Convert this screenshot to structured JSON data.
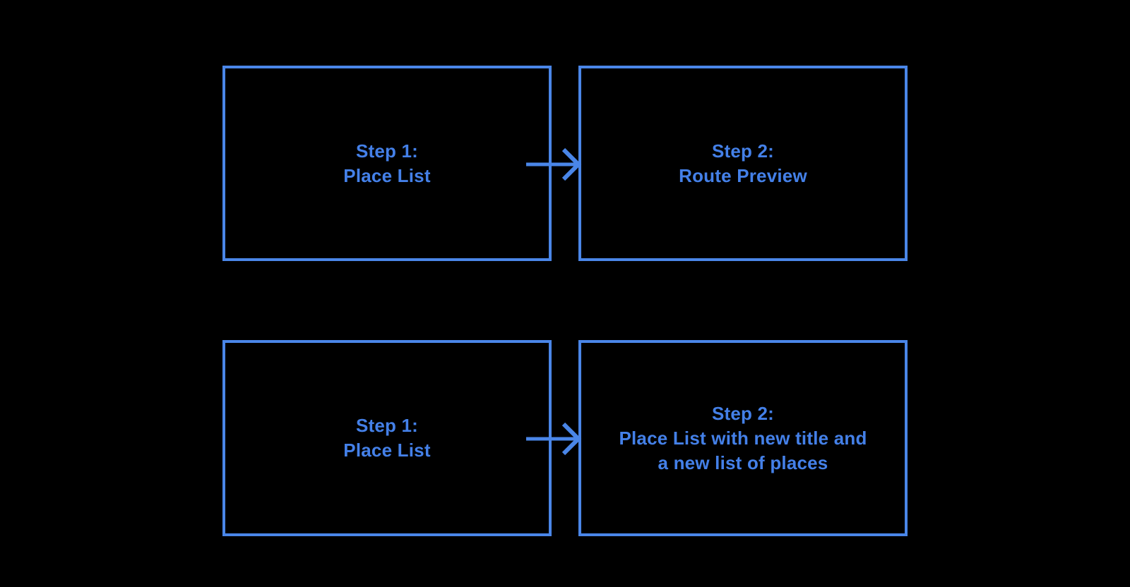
{
  "colors": {
    "background": "#000000",
    "accent": "#4a86e8",
    "text": "#4480e8"
  },
  "diagram": {
    "rows": [
      {
        "source": {
          "lines": [
            "Step 1:",
            "Place List"
          ]
        },
        "target": {
          "lines": [
            "Step 2:",
            "Route Preview"
          ]
        }
      },
      {
        "source": {
          "lines": [
            "Step 1:",
            "Place List"
          ]
        },
        "target": {
          "lines": [
            "Step 2:",
            "Place List with new title and",
            "a new list of places"
          ]
        }
      }
    ]
  }
}
